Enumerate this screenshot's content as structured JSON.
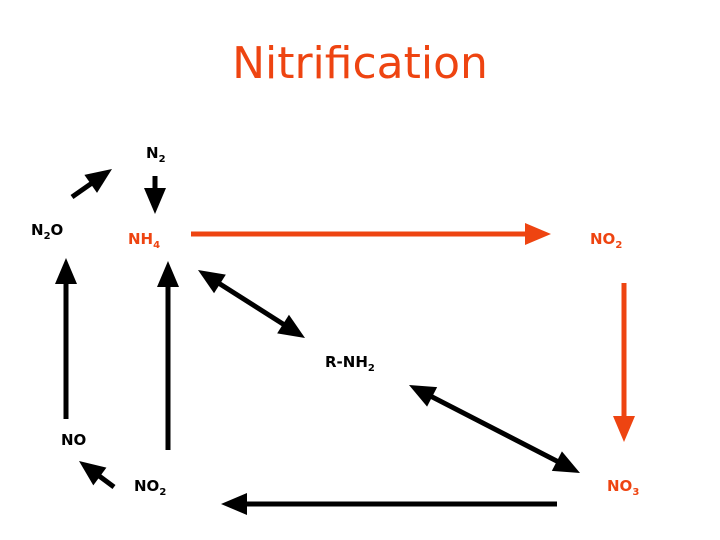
{
  "title": "Nitrification",
  "colors": {
    "highlight": "#ee4411",
    "default": "#000000"
  },
  "nodes": {
    "n2": {
      "base": "N",
      "sub": "2",
      "tail": "",
      "color": "#000000"
    },
    "n2o": {
      "base": "N",
      "sub": "2",
      "tail": "O",
      "color": "#000000"
    },
    "nh4": {
      "base": "NH",
      "sub": "4",
      "tail": "",
      "color": "#ee4411"
    },
    "no2_top": {
      "base": "NO",
      "sub": "2",
      "tail": "",
      "color": "#ee4411"
    },
    "rnh2": {
      "base": "R-NH",
      "sub": "2",
      "tail": "",
      "color": "#000000"
    },
    "no": {
      "base": "NO",
      "sub": "",
      "tail": "",
      "color": "#000000"
    },
    "no2_bot": {
      "base": "NO",
      "sub": "2",
      "tail": "",
      "color": "#000000"
    },
    "no3": {
      "base": "NO",
      "sub": "3",
      "tail": "",
      "color": "#ee4411"
    }
  },
  "arrows": [
    {
      "id": "n2o-to-n2",
      "from": "n2o",
      "to": "n2",
      "color": "#000000",
      "bidirectional": false
    },
    {
      "id": "n2-to-nh4",
      "from": "n2",
      "to": "nh4",
      "color": "#000000",
      "bidirectional": false
    },
    {
      "id": "nh4-to-no2",
      "from": "nh4",
      "to": "no2_top",
      "color": "#ee4411",
      "bidirectional": false
    },
    {
      "id": "no2-to-no3",
      "from": "no2_top",
      "to": "no3",
      "color": "#ee4411",
      "bidirectional": false
    },
    {
      "id": "nh4-rnh2",
      "from": "nh4",
      "to": "rnh2",
      "color": "#000000",
      "bidirectional": true
    },
    {
      "id": "rnh2-no3",
      "from": "rnh2",
      "to": "no3",
      "color": "#000000",
      "bidirectional": true
    },
    {
      "id": "no3-to-no2",
      "from": "no3",
      "to": "no2_bot",
      "color": "#000000",
      "bidirectional": false
    },
    {
      "id": "no2-to-nh4",
      "from": "no2_bot",
      "to": "nh4",
      "color": "#000000",
      "bidirectional": false
    },
    {
      "id": "no2-to-no",
      "from": "no2_bot",
      "to": "no",
      "color": "#000000",
      "bidirectional": false
    },
    {
      "id": "no-to-n2o",
      "from": "no",
      "to": "n2o",
      "color": "#000000",
      "bidirectional": false
    }
  ]
}
